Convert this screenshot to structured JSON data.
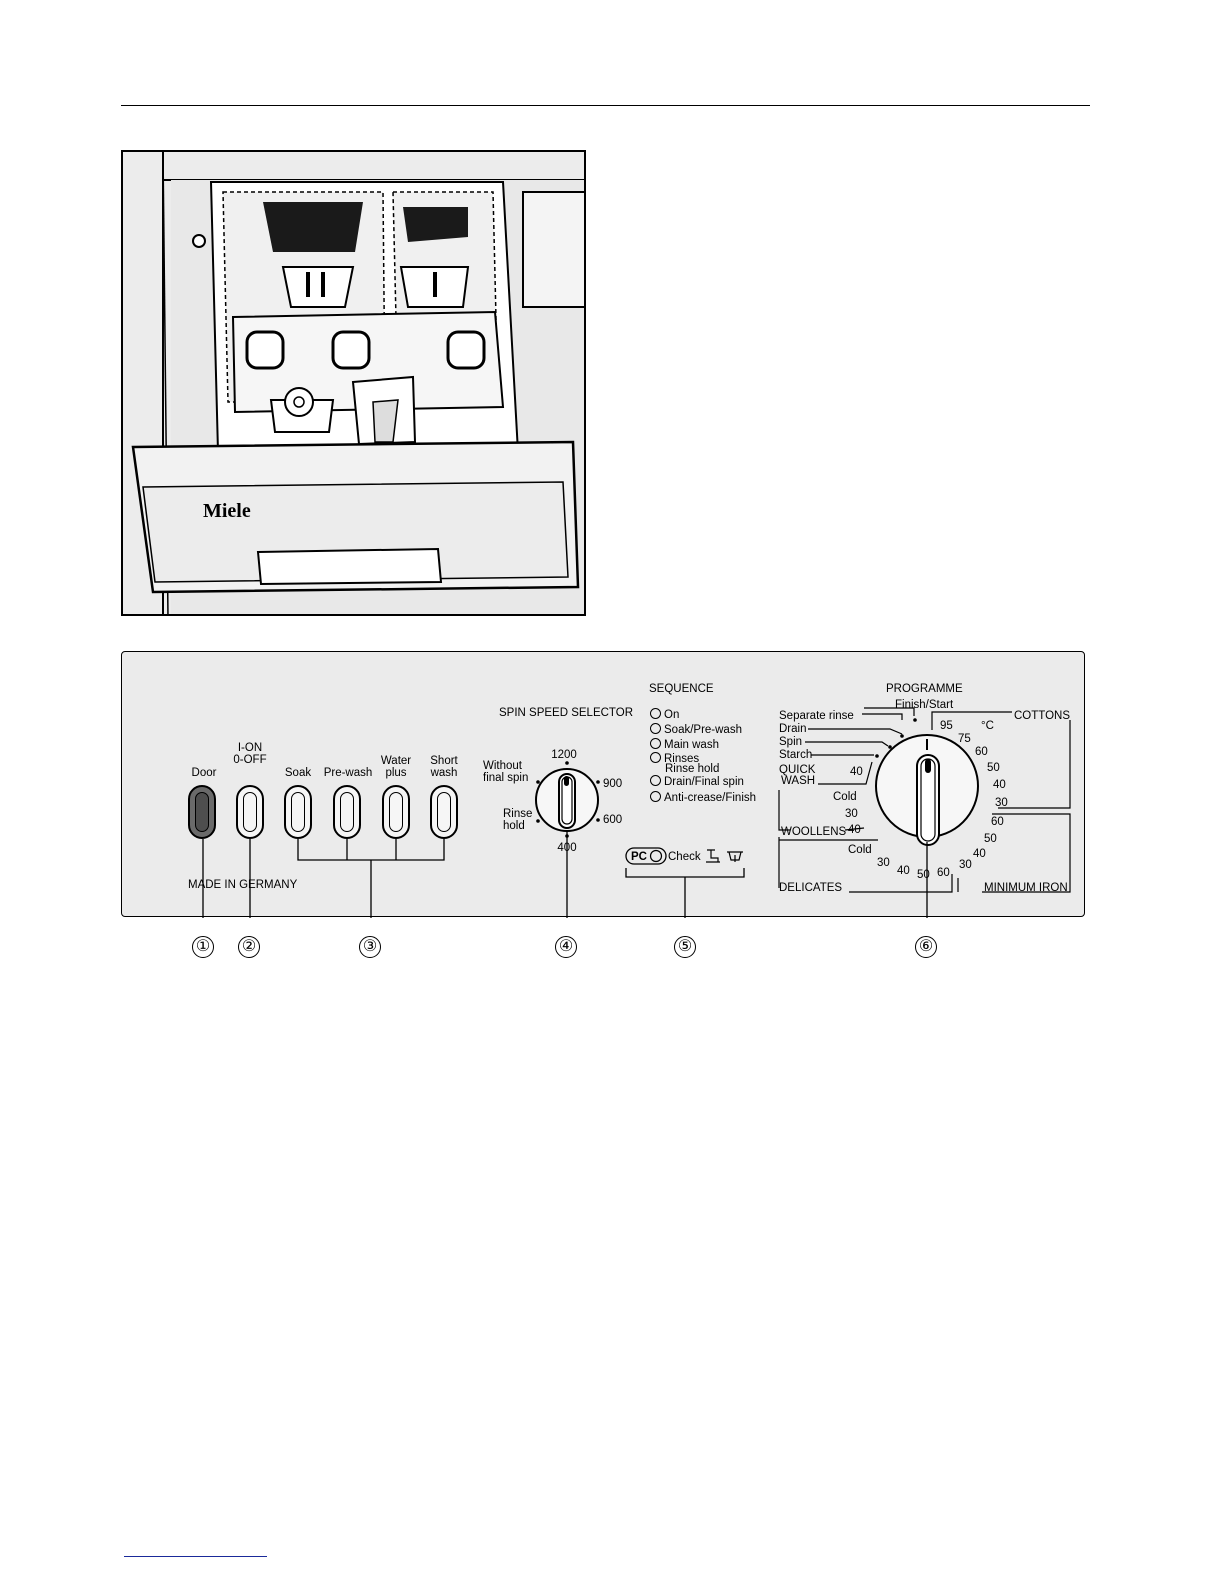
{
  "photo": {
    "brand_logo": "Miele"
  },
  "panel": {
    "buttons": {
      "door": "Door",
      "onoff_line1": "I-ON",
      "onoff_line2": "0-OFF",
      "soak": "Soak",
      "prewash": "Pre-wash",
      "water_line1": "Water",
      "water_line2": "plus",
      "short_line1": "Short",
      "short_line2": "wash"
    },
    "made_in": "MADE IN GERMANY",
    "spin": {
      "title": "SPIN SPEED SELECTOR",
      "without_line1": "Without",
      "without_line2": "final spin",
      "rinse_line1": "Rinse",
      "rinse_line2": "hold",
      "s1200": "1200",
      "s900": "900",
      "s600": "600",
      "s400": "400"
    },
    "sequence": {
      "title": "SEQUENCE",
      "items": [
        "On",
        "Soak/Pre-wash",
        "Main wash",
        "Rinses",
        "Rinse hold",
        "Drain/Final spin",
        "Anti-crease/Finish"
      ]
    },
    "check": {
      "pc": "PC",
      "check": "Check"
    },
    "programme": {
      "title": "PROGRAMME",
      "finish_start": "Finish/Start",
      "separate_rinse": "Separate rinse",
      "drain": "Drain",
      "spin": "Spin",
      "starch": "Starch",
      "quick_line1": "QUICK",
      "quick_line2": "WASH",
      "quick_40": "40",
      "cold_a": "Cold",
      "wool_30": "30",
      "wool_40": "40",
      "woollens": "WOOLLENS",
      "cold_b": "Cold",
      "del_30": "30",
      "del_40": "40",
      "del_50": "50",
      "del_60": "60",
      "delicates": "DELICATES",
      "cottons": "COTTONS",
      "c95": "95",
      "deg": "°C",
      "c75": "75",
      "c60": "60",
      "c50": "50",
      "c40": "40",
      "c30": "30",
      "mi60": "60",
      "mi50": "50",
      "mi40": "40",
      "mi30": "30",
      "minimum_iron": "MINIMUM IRON"
    }
  },
  "callouts": [
    "①",
    "②",
    "③",
    "④",
    "⑤",
    "⑥"
  ]
}
